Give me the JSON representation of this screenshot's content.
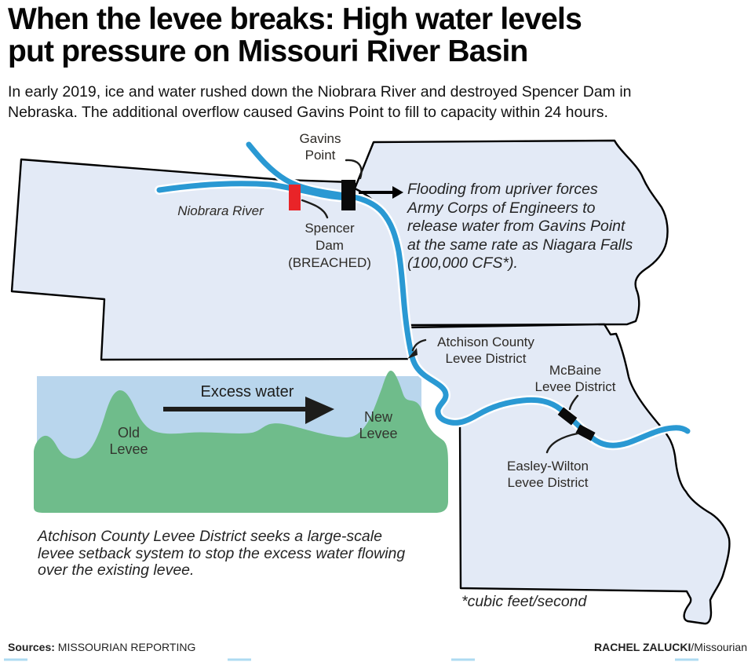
{
  "header": {
    "title": "When the levee breaks: High water levels\nput pressure on Missouri River Basin",
    "intro": "In early 2019, ice and water rushed down the Niobrara River and destroyed Spencer Dam in\nNebraska. The additional overflow caused Gavins Point to fill to capacity within 24 hours."
  },
  "map": {
    "labels": {
      "gavins_point": "Gavins\nPoint",
      "niobrara_river": "Niobrara River",
      "spencer_dam": "Spencer\nDam\n(BREACHED)",
      "atchison": "Atchison County\nLevee District",
      "mcbaine": "McBaine\nLevee District",
      "easley_wilton": "Easley-Wilton\nLevee District",
      "cfs_note": "*cubic feet/second"
    },
    "annotation": "Flooding from upriver forces\nArmy Corps of Engineers to\nrelease water from Gavins Point\nat the same rate as Niagara Falls\n(100,000 CFS*)."
  },
  "inset": {
    "excess_water": "Excess water",
    "old_levee": "Old\nLevee",
    "new_levee": "New\nLevee",
    "caption": "Atchison County Levee District seeks a large-scale\nlevee setback system to stop the excess water flowing\nover the existing levee."
  },
  "footer": {
    "sources_label": "Sources:",
    "sources_value": " MISSOURIAN REPORTING",
    "credit_name": "RACHEL ZALUCKI",
    "credit_org": "/Missourian"
  },
  "colors": {
    "river": "#2a99d3",
    "state_fill": "#e3eaf6",
    "state_border": "#000000",
    "inset_water": "#b9d6ed",
    "inset_green": "#6fbc8b",
    "dam_breached": "#e92428",
    "dam": "#0a0a0a",
    "bottom_dash": "#aedbf2"
  }
}
